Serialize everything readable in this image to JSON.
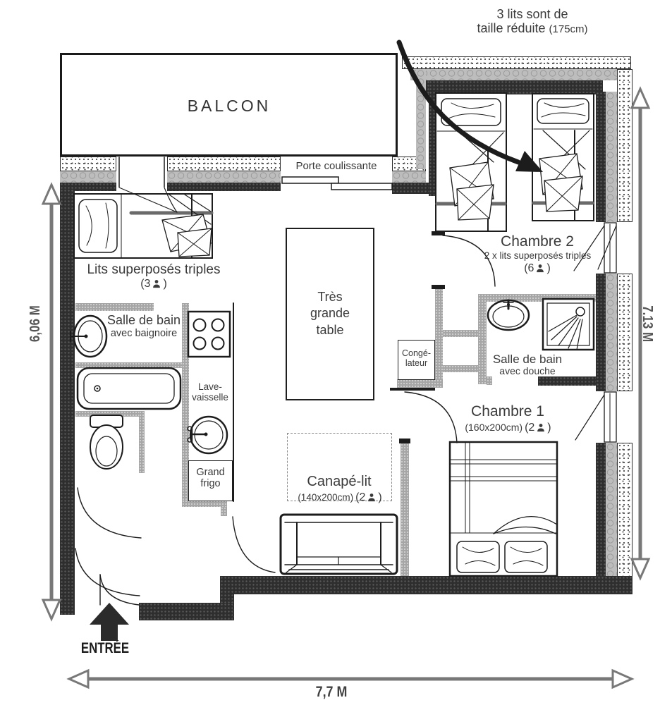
{
  "annotation": {
    "line1": "3 lits sont de",
    "line2": "taille réduite",
    "line2_small": "(175cm)"
  },
  "balcony": {
    "label": "BALCON"
  },
  "sliding_door": {
    "label": "Porte coulissante"
  },
  "bedroom2": {
    "title": "Chambre 2",
    "subtitle": "2 x lits superposés triples",
    "capacity_prefix": "(6",
    "capacity_suffix": ")"
  },
  "triple_bunk": {
    "label": "Lits superposés triples",
    "capacity_prefix": "(3",
    "capacity_suffix": ")"
  },
  "bathroom1": {
    "line1": "Salle de bain",
    "line2": "avec baignoire"
  },
  "kitchen": {
    "dishwasher_line1": "Lave-",
    "dishwasher_line2": "vaisselle",
    "fridge_line1": "Grand",
    "fridge_line2": "frigo"
  },
  "table": {
    "line1": "Très",
    "line2": "grande",
    "line3": "table"
  },
  "freezer": {
    "line1": "Congé-",
    "line2": "lateur"
  },
  "bathroom2": {
    "line1": "Salle de bain",
    "line2": "avec douche"
  },
  "bedroom1": {
    "title": "Chambre 1",
    "size": "(160x200cm)",
    "capacity_prefix": "(2",
    "capacity_suffix": ")"
  },
  "sofa": {
    "title": "Canapé-lit",
    "size": "(140x200cm)",
    "capacity_prefix": "(2",
    "capacity_suffix": ")"
  },
  "entrance": {
    "label": "ENTRÉE"
  },
  "dimensions": {
    "left": "6,06 M",
    "right": "7.13 M",
    "bottom": "7,7 M"
  },
  "icons": {
    "person": "person-icon",
    "entrance_arrow": "arrow-up-icon",
    "annotation_arrow": "curved-arrow-icon"
  },
  "colors": {
    "ink": "#1c1c1c",
    "wall_dark": "#2e2e2e",
    "partition_gray": "#a6a6a6",
    "dimension_gray": "#787878"
  }
}
